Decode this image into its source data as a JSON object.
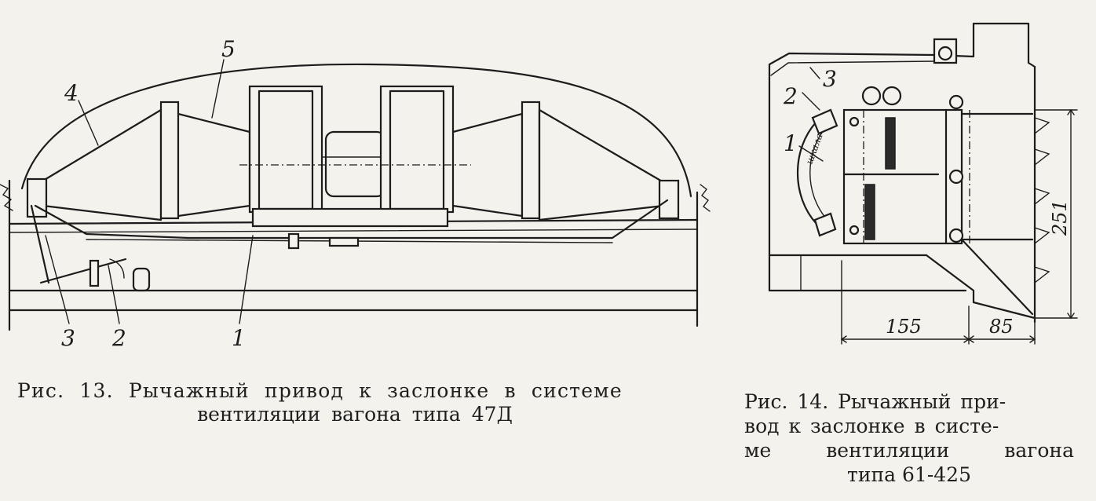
{
  "figure13": {
    "callouts": {
      "c1": "1",
      "c2": "2",
      "c3": "3",
      "c4": "4",
      "c5": "5"
    },
    "caption_line1": "Рис. 13. Рычажный привод к заслонке в системе",
    "caption_line2": "вентиляции вагона типа 47Д"
  },
  "figure14": {
    "callouts": {
      "c1": "1",
      "c2": "2",
      "c3": "3"
    },
    "dim_width_1": "155",
    "dim_width_2": "85",
    "dim_height": "251",
    "scale_label": "шкала",
    "caption_line1": "Рис. 14. Рычажный при-",
    "caption_line2": "вод к заслонке в систе-",
    "caption_line3": "ме вентиляции вагона",
    "caption_line4": "типа 61-425"
  }
}
